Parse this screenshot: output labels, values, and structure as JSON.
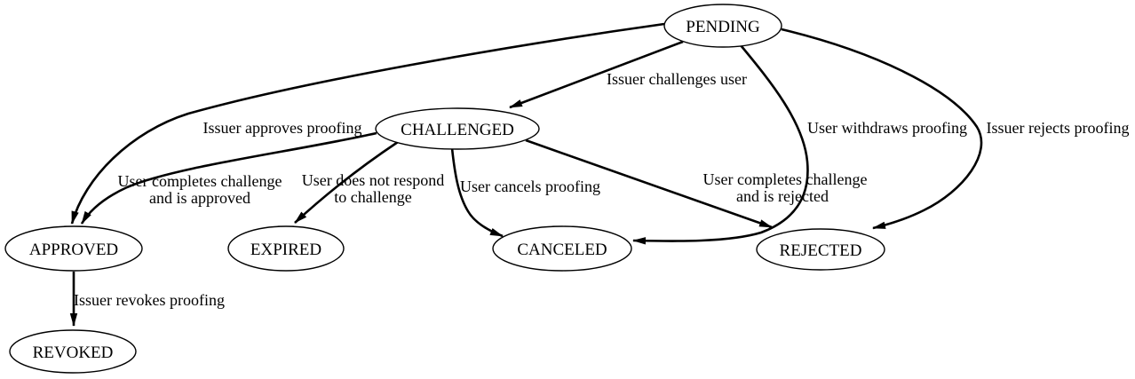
{
  "diagram": {
    "type": "state-machine",
    "nodes": {
      "pending": "PENDING",
      "challenged": "CHALLENGED",
      "approved": "APPROVED",
      "expired": "EXPIRED",
      "canceled": "CANCELED",
      "rejected": "REJECTED",
      "revoked": "REVOKED"
    },
    "edges": {
      "pending_challenged": "Issuer challenges user",
      "pending_approved": "Issuer approves proofing",
      "pending_canceled": "User withdraws proofing",
      "pending_rejected": "Issuer rejects proofing",
      "challenged_approved_line1": "User completes challenge",
      "challenged_approved_line2": "and is approved",
      "challenged_expired_line1": "User does not respond",
      "challenged_expired_line2": "to challenge",
      "challenged_canceled": "User cancels proofing",
      "challenged_rejected_line1": "User completes challenge",
      "challenged_rejected_line2": "and is rejected",
      "approved_revoked": "Issuer revokes proofing"
    },
    "colors": {
      "background": "#ffffff",
      "node_fill": "#ffffff",
      "stroke": "#000000",
      "text": "#000000"
    }
  }
}
